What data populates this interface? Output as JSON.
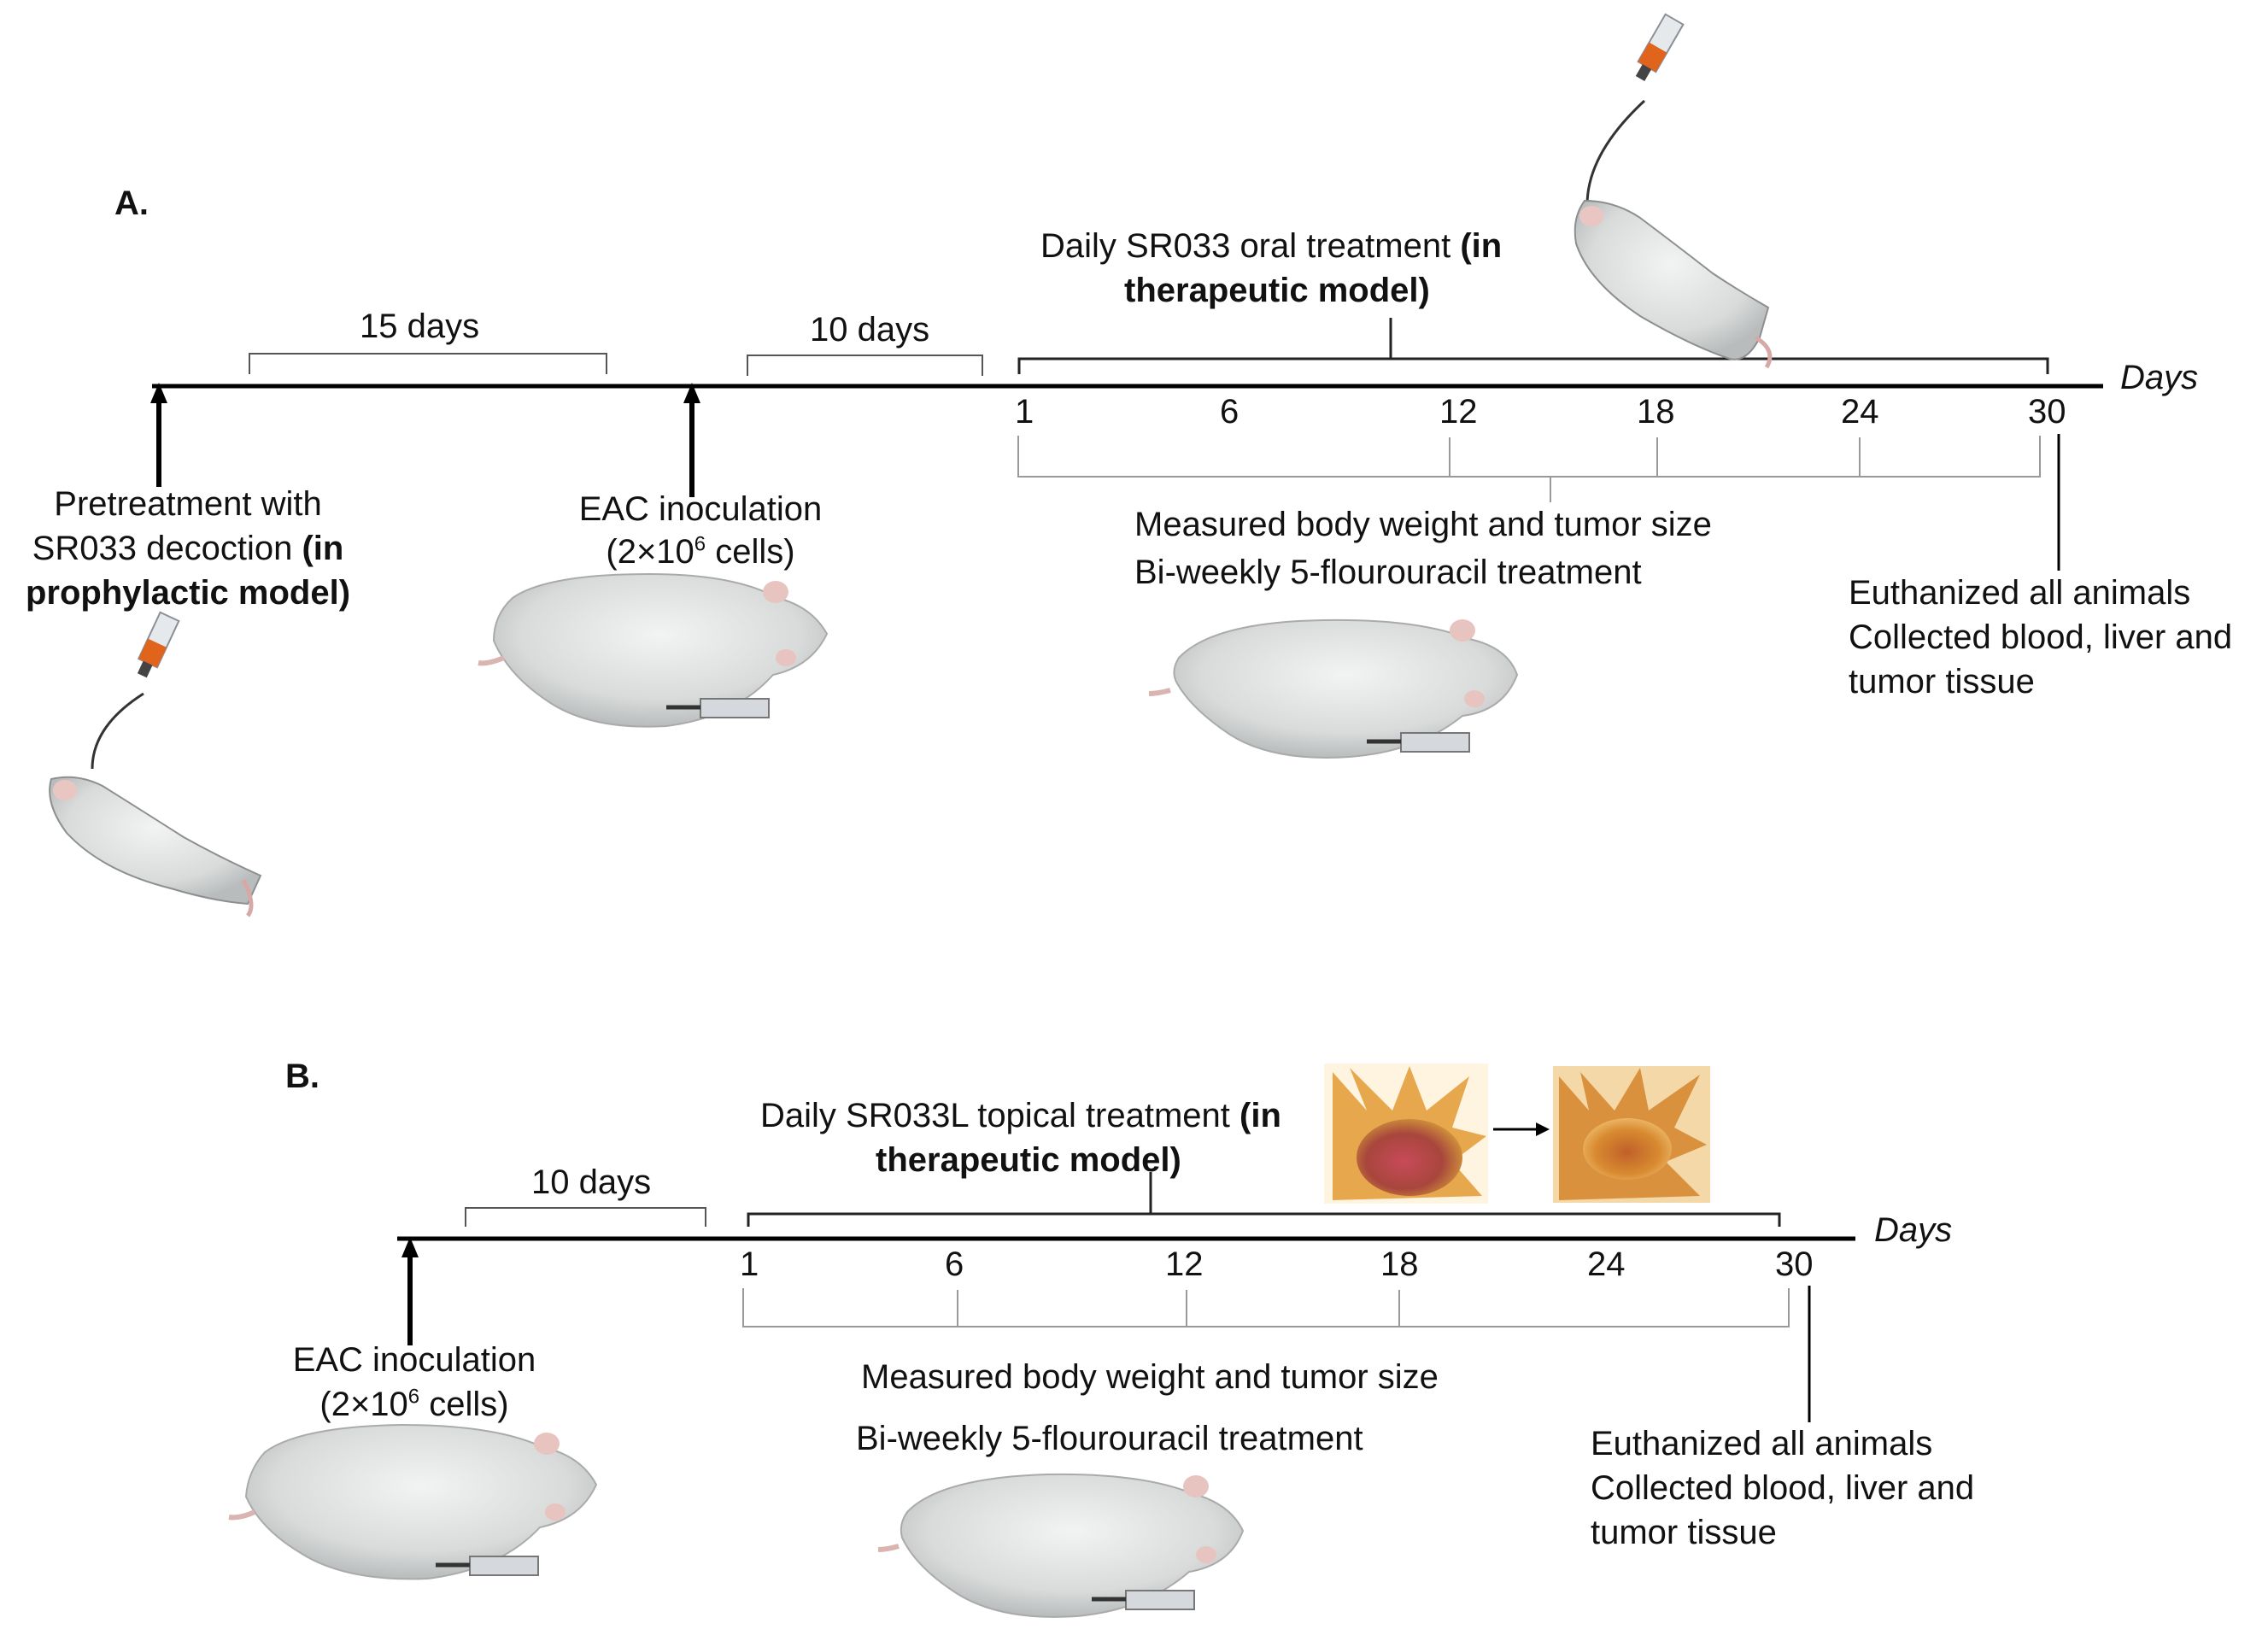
{
  "panel_a": {
    "label": "A.",
    "axis_title": "Days",
    "ticks": [
      "1",
      "6",
      "12",
      "18",
      "24",
      "30"
    ],
    "interval_15": "15 days",
    "interval_10": "10 days",
    "oral_treatment_line1": "Daily SR033 oral treatment ",
    "oral_treatment_bold1": "(in",
    "oral_treatment_bold2": "therapeutic model)",
    "pretreat_line1": "Pretreatment with",
    "pretreat_line2": "SR033 decoction ",
    "pretreat_bold1": "(in",
    "pretreat_bold2": "prophylactic model)",
    "eac_line1": "EAC inoculation",
    "eac_pre": "(2×10",
    "eac_sup": "6",
    "eac_post": " cells)",
    "measured": "Measured body weight and tumor size",
    "biweekly": "Bi-weekly 5-flourouracil treatment",
    "end_line1": "Euthanized all animals",
    "end_line2": "Collected blood, liver and",
    "end_line3": "tumor tissue"
  },
  "panel_b": {
    "label": "B.",
    "axis_title": "Days",
    "ticks": [
      "1",
      "6",
      "12",
      "18",
      "24",
      "30"
    ],
    "interval_10": "10 days",
    "topical_line1": "Daily SR033L topical treatment ",
    "topical_bold1": "(in",
    "topical_bold2": "therapeutic model)",
    "eac_line1": "EAC inoculation",
    "eac_pre": "(2×10",
    "eac_sup": "6",
    "eac_post": " cells)",
    "measured": "Measured body weight and tumor size",
    "biweekly": "Bi-weekly 5-flourouracil treatment",
    "end_line1": "Euthanized all animals",
    "end_line2": "Collected blood, liver and",
    "end_line3": "tumor tissue"
  }
}
